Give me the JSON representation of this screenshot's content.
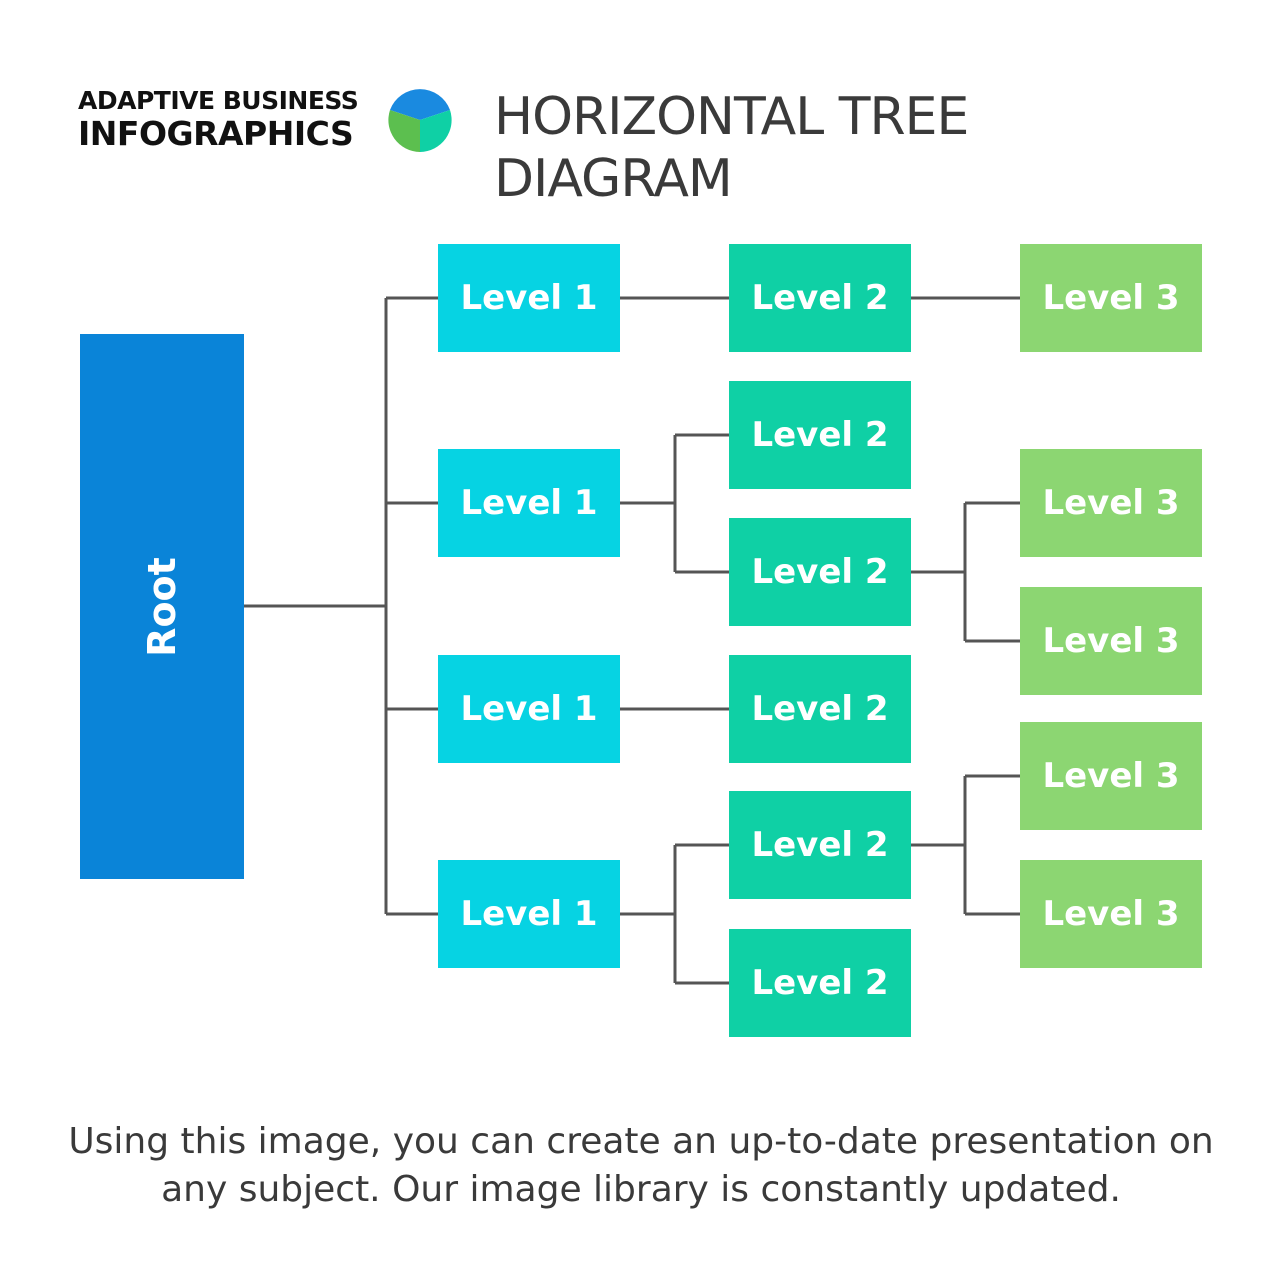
{
  "logo": {
    "line1": "ADAPTIVE BUSINESS",
    "line2": "INFOGRAPHICS",
    "icon": "pie-cube-icon",
    "colors": [
      "#1a8ae0",
      "#5cbf4f",
      "#0fd0a5"
    ]
  },
  "title": "HORIZONTAL TREE DIAGRAM",
  "colors": {
    "root": "#0a84d8",
    "level1": "#06d3e3",
    "level2": "#0fd0a5",
    "level3": "#8cd672",
    "connector": "#555555"
  },
  "tree": {
    "root": "Root",
    "level1": [
      {
        "label": "Level 1",
        "children": [
          {
            "label": "Level 2",
            "children": [
              {
                "label": "Level 3"
              }
            ]
          }
        ]
      },
      {
        "label": "Level 1",
        "children": [
          {
            "label": "Level 2",
            "children": []
          },
          {
            "label": "Level 2",
            "children": [
              {
                "label": "Level 3"
              },
              {
                "label": "Level 3"
              }
            ]
          }
        ]
      },
      {
        "label": "Level 1",
        "children": [
          {
            "label": "Level 2",
            "children": []
          }
        ]
      },
      {
        "label": "Level 1",
        "children": [
          {
            "label": "Level 2",
            "children": [
              {
                "label": "Level 3"
              },
              {
                "label": "Level 3"
              }
            ]
          },
          {
            "label": "Level 2",
            "children": []
          }
        ]
      }
    ]
  },
  "footer": "Using this image, you can create an up-to-date presentation on any subject. Our image library is constantly updated."
}
